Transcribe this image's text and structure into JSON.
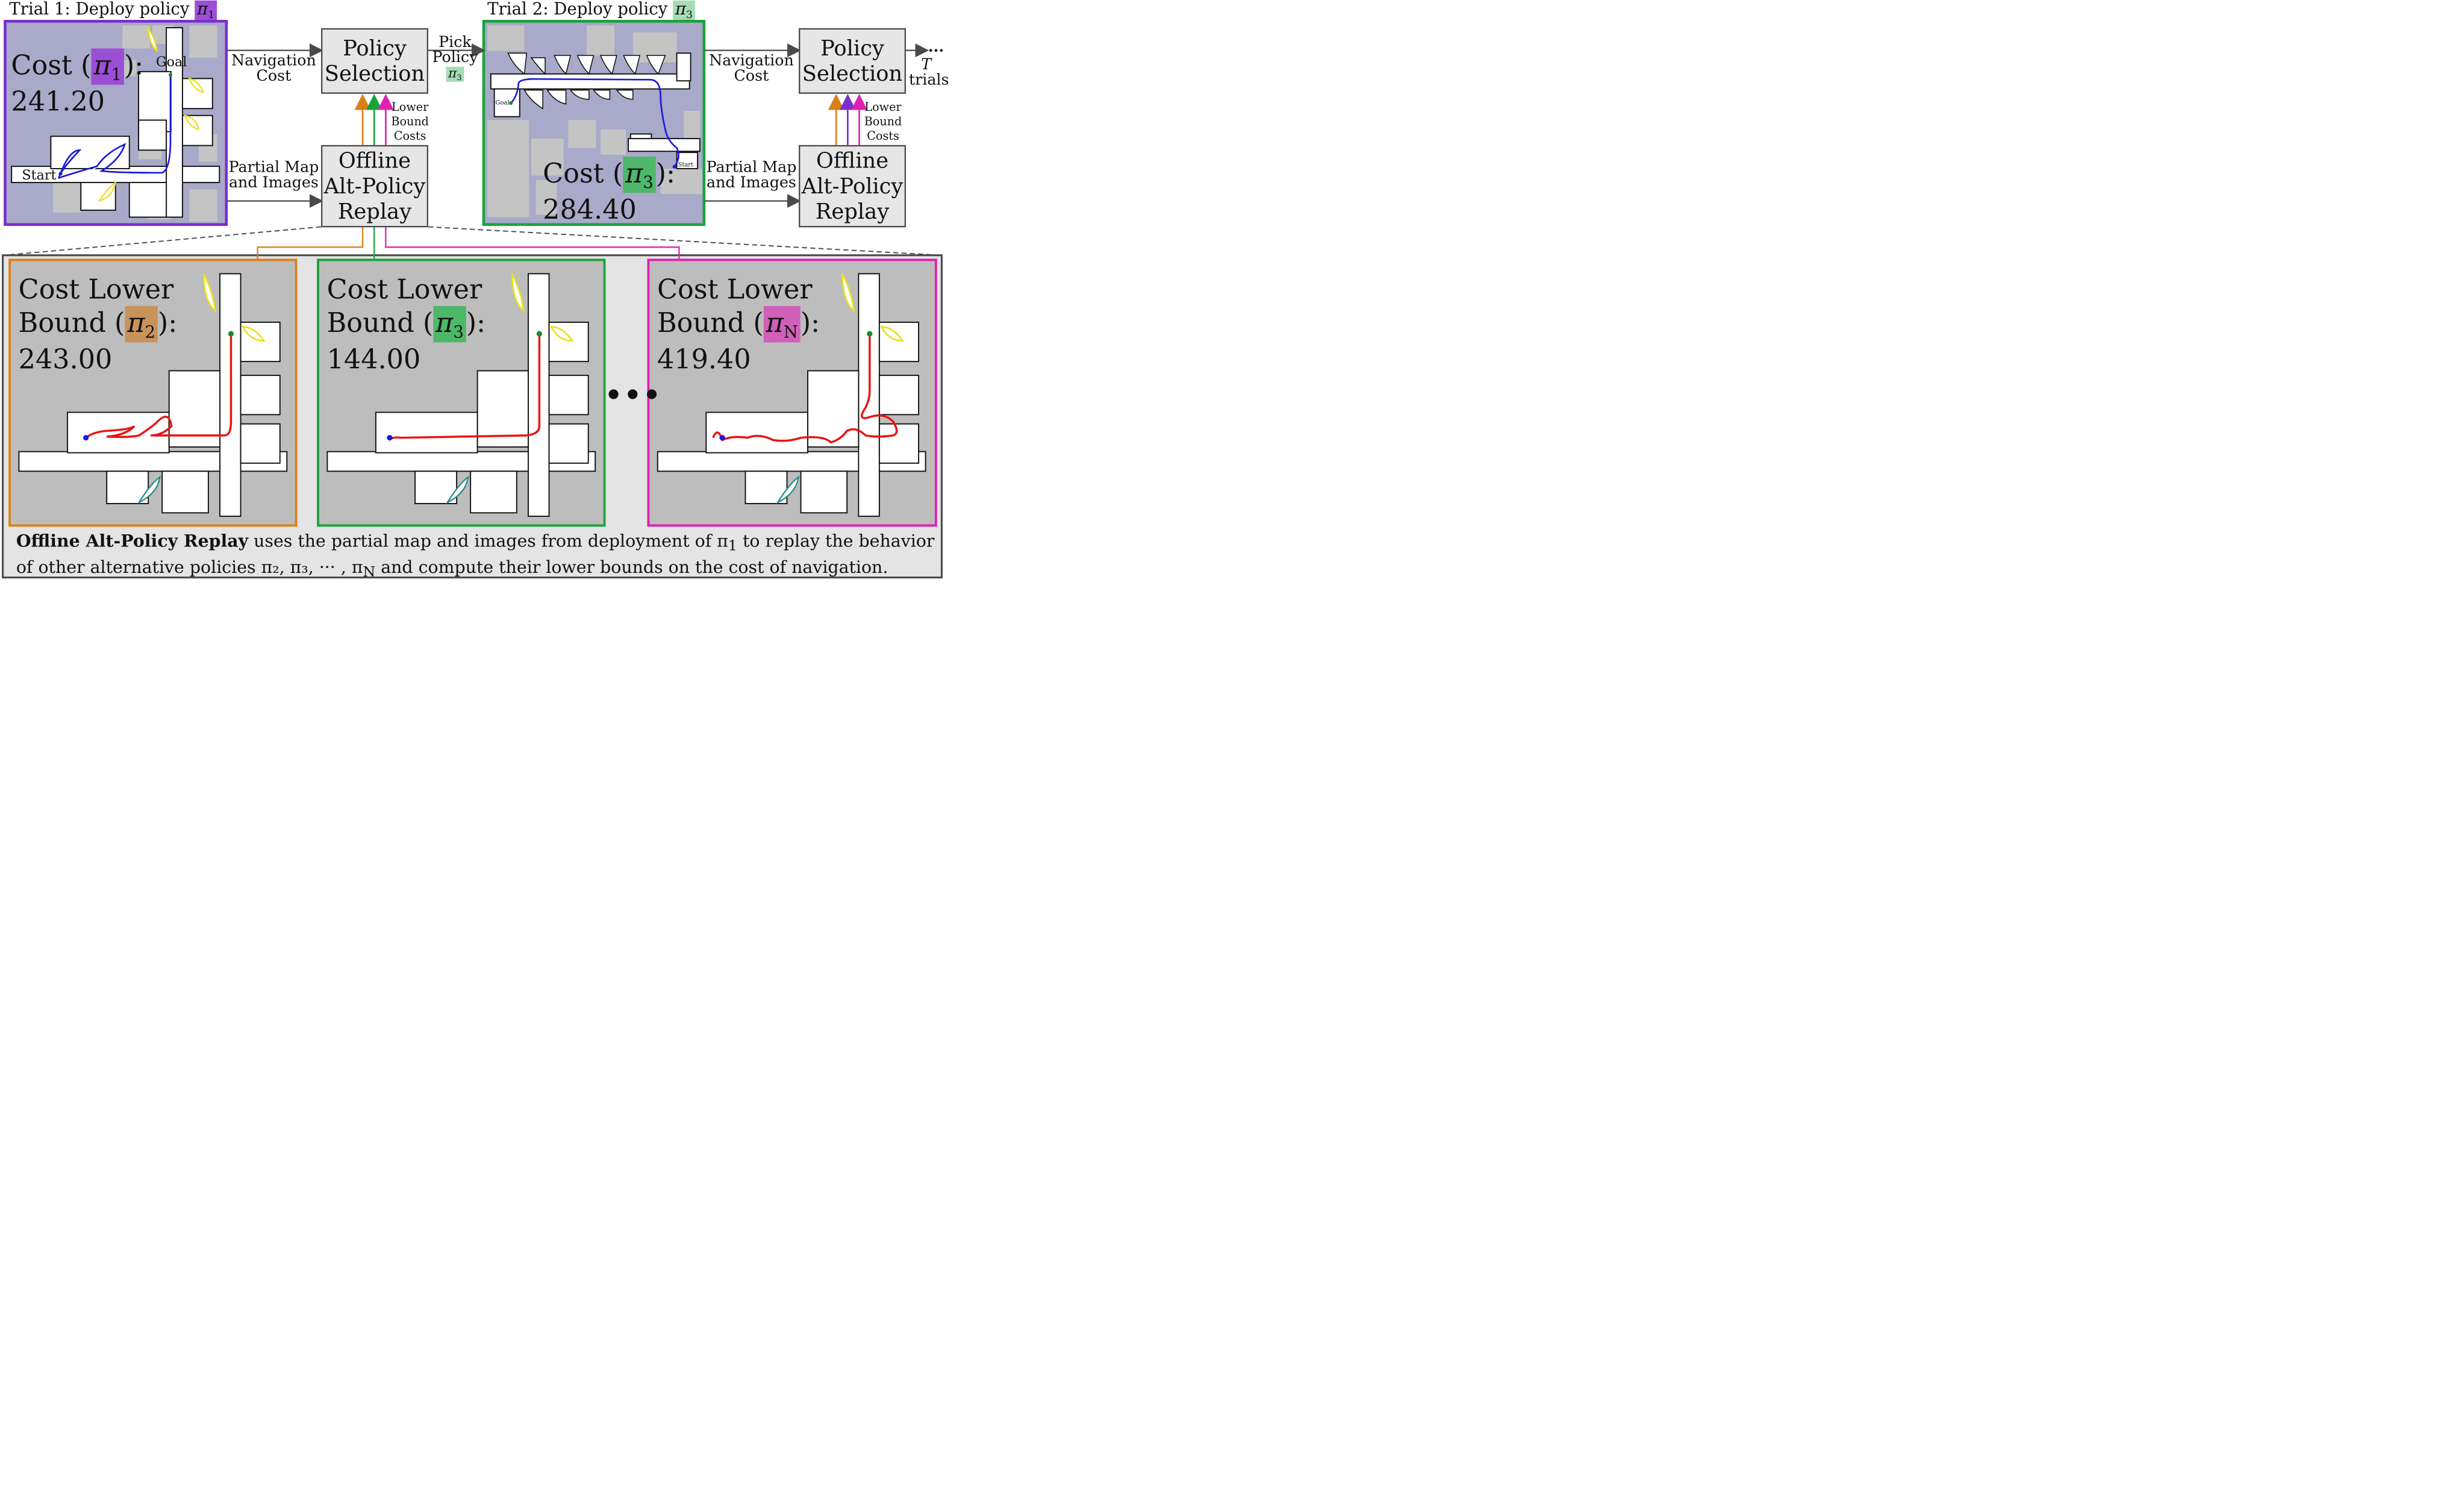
{
  "top": {
    "trial1": {
      "title": "Trial 1: Deploy policy",
      "policy": "π",
      "sub": "1",
      "cost_label": "Cost (",
      "cost_policy": "π",
      "cost_sub": "1",
      "cost_suffix": "):",
      "cost_value": "241.20",
      "start_label": "Start",
      "goal_label": "Goal"
    },
    "trial2": {
      "title": "Trial 2: Deploy policy",
      "policy": "π",
      "sub": "3",
      "cost_label": "Cost (",
      "cost_policy": "π",
      "cost_sub": "3",
      "cost_suffix": "):",
      "cost_value": "284.40",
      "start_label": "Start",
      "goal_label": "Goal"
    },
    "nav_cost_line1": "Navigation",
    "nav_cost_line2": "Cost",
    "partial_line1": "Partial Map",
    "partial_line2": "and Images",
    "policy_selection_line1": "Policy",
    "policy_selection_line2": "Selection",
    "offline_line1": "Offline",
    "offline_line2": "Alt-Policy",
    "offline_line3": "Replay",
    "pick_line1": "Pick",
    "pick_line2": "Policy",
    "pick_policy": "π",
    "pick_sub": "3",
    "lower_line1": "Lower",
    "lower_line2": "Bound",
    "lower_line3": "Costs",
    "trials_t": "T",
    "trials_word": "trials",
    "trials_dots": "···"
  },
  "bottom": {
    "panels": [
      {
        "line1": "Cost Lower",
        "line2": "Bound (",
        "policy": "π",
        "sub": "2",
        "suffix": "):",
        "value": "243.00"
      },
      {
        "line1": "Cost Lower",
        "line2": "Bound (",
        "policy": "π",
        "sub": "3",
        "suffix": "):",
        "value": "144.00"
      },
      {
        "line1": "Cost Lower",
        "line2": "Bound (",
        "policy": "π",
        "sub": "N",
        "suffix": "):",
        "value": "419.40"
      }
    ],
    "ellipsis": "•••",
    "caption_bold": "Offline Alt-Policy Replay",
    "caption_rest1": " uses the partial map and images from deployment of π",
    "caption_sub1": "1",
    "caption_rest2": " to replay the behavior",
    "caption_line2": "of other alternative policies π₂, π₃, ··· , π",
    "caption_subN": "N",
    "caption_line2_end": " and compute their lower bounds on the cost of navigation."
  },
  "colors": {
    "purple": "#7a2fc8",
    "purple_fill": "#9b4fd6",
    "green": "#1aa33a",
    "green_fill": "#4db86a",
    "green_light": "#a8dcb6",
    "orange": "#d9801a",
    "orange_fill": "#c8935a",
    "magenta": "#e020b0",
    "magenta_fill": "#d060b8",
    "map_purple_bg": "#a7a7c8",
    "map_gray_bg": "#b8b8b8",
    "path_blue": "#1a1adc",
    "path_red": "#ee1111"
  }
}
